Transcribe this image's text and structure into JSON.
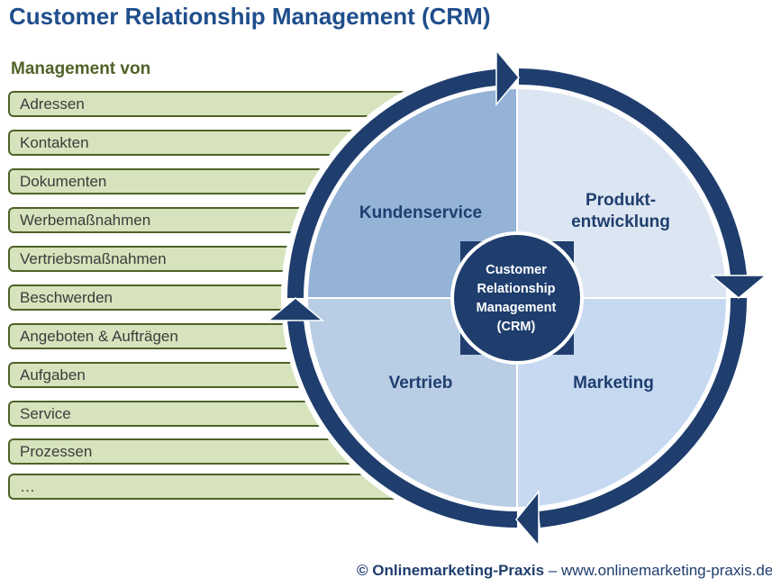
{
  "title": "Customer Relationship Management (CRM)",
  "list": {
    "heading": "Management von",
    "items": [
      "Adressen",
      "Kontakten",
      "Dokumenten",
      "Werbemaßnahmen",
      "Vertriebsmaßnahmen",
      "Beschwerden",
      "Angeboten & Aufträgen",
      "Aufgaben",
      "Service",
      "Prozessen",
      "…"
    ]
  },
  "cycle": {
    "quadrants": {
      "top_left": "Kundenservice",
      "top_right_line1": "Produkt-",
      "top_right_line2": "entwicklung",
      "bottom_left": "Vertrieb",
      "bottom_right": "Marketing"
    },
    "center": {
      "line1": "Customer",
      "line2": "Relationship",
      "line3": "Management",
      "line4": "(CRM)"
    }
  },
  "footer": {
    "symbol": "©",
    "brand": "Onlinemarketing-Praxis",
    "rest": " – www.onlinemarketing-praxis.de"
  },
  "colors": {
    "title": "#1f4e8c",
    "ring": "#1f3e6e",
    "list_fill": "#d6e3bc",
    "list_border": "#4f6228",
    "quad_top_left": "#95b3d7",
    "quad_top_right": "#dce6f2",
    "quad_bottom_left": "#b9cde5",
    "quad_bottom_right": "#c6d9f1"
  }
}
